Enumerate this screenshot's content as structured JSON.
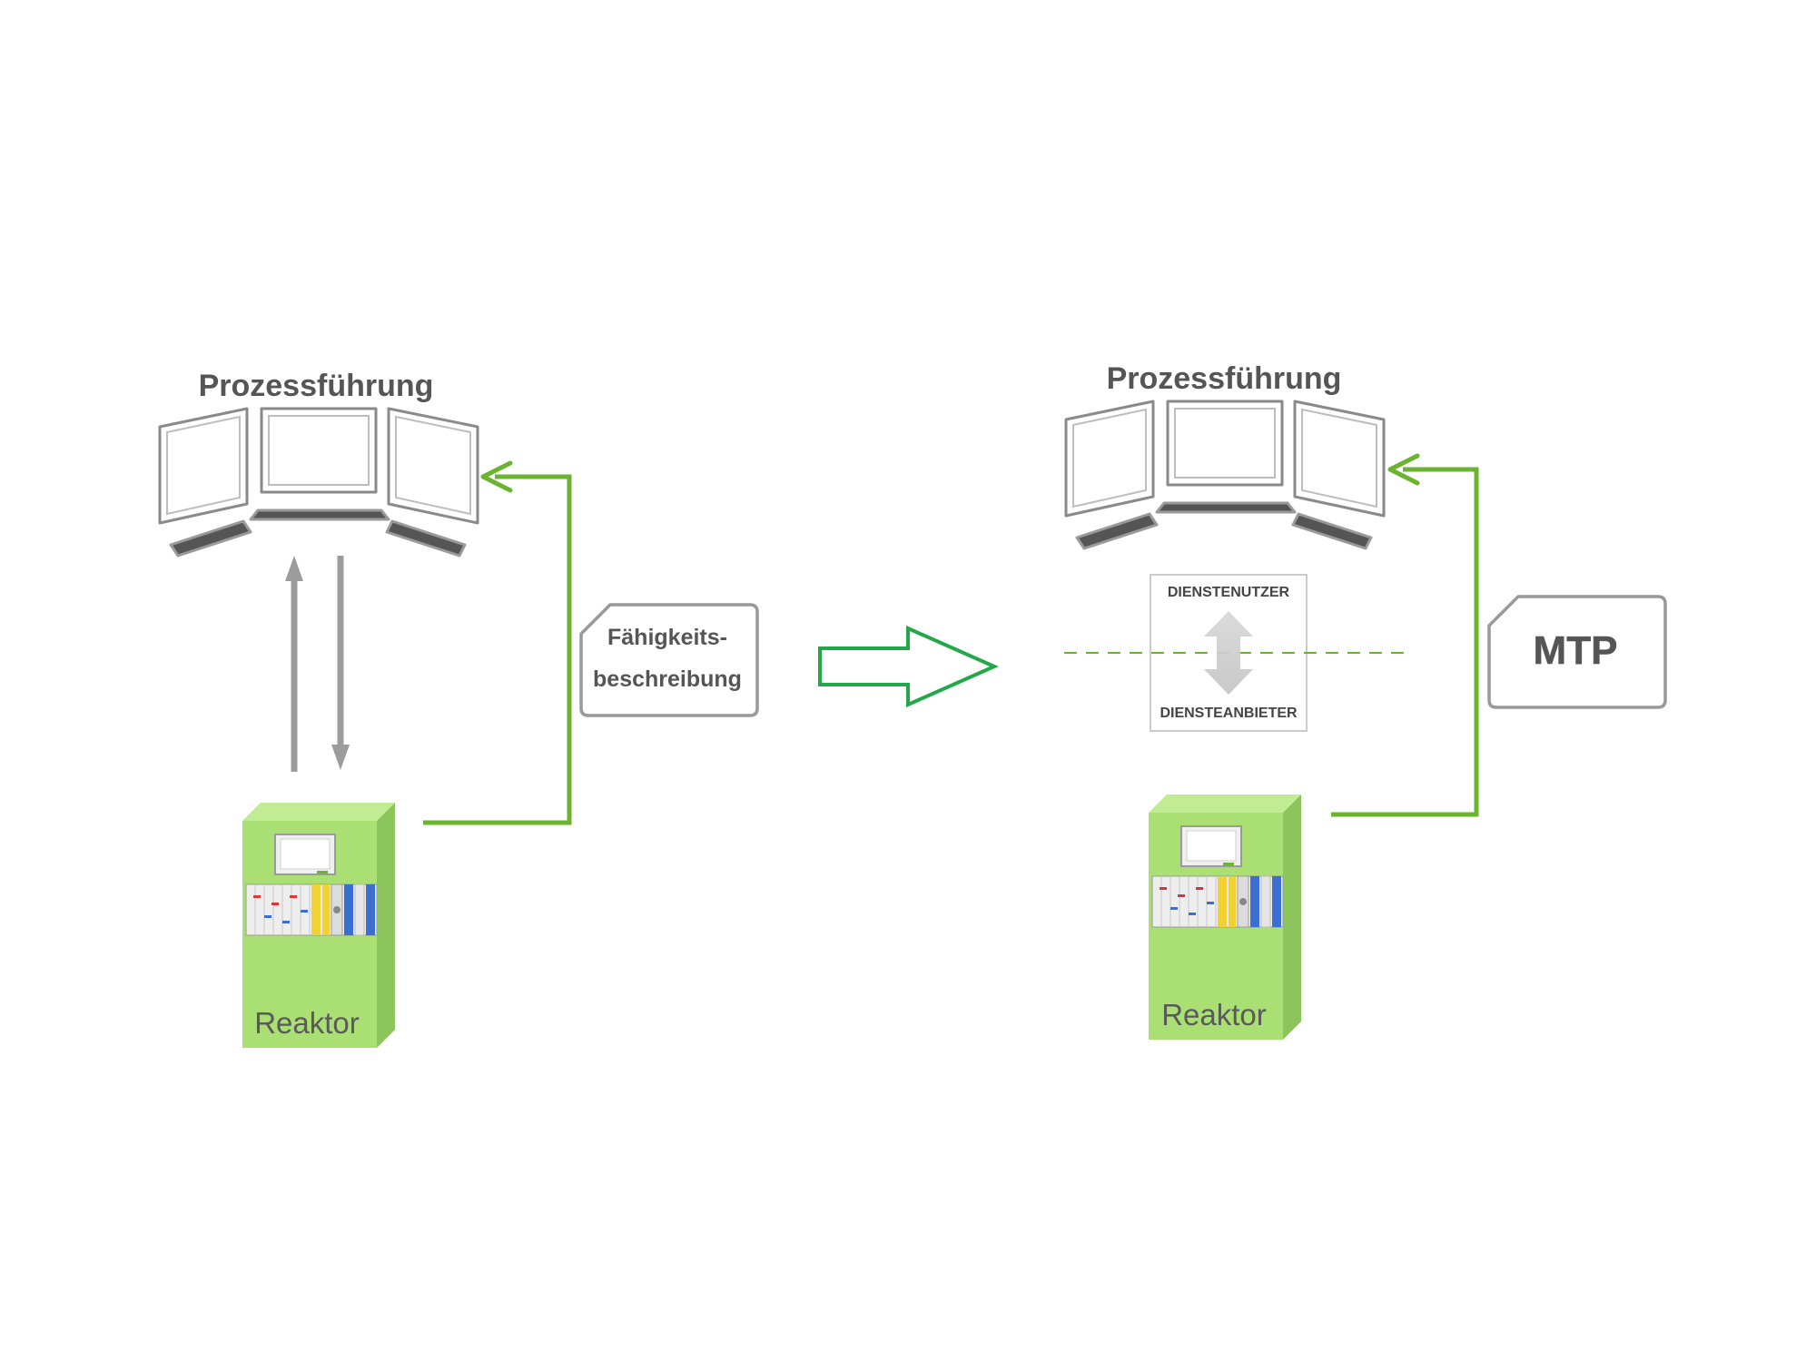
{
  "left": {
    "title": "Prozessführung",
    "doc_line1": "Fähigkeits-",
    "doc_line2": "beschreibung",
    "reactor_label": "Reaktor"
  },
  "right": {
    "title": "Prozessführung",
    "service_user": "DIENSTENUTZER",
    "service_provider": "DIENSTEANBIETER",
    "doc_label": "MTP",
    "reactor_label": "Reaktor"
  },
  "colors": {
    "green_line": "#6ab42f",
    "green_outline_arrow": "#22a84a",
    "reactor_front": "#a9df73",
    "reactor_side": "#8cc55c",
    "reactor_top": "#c2ec93",
    "gray_arrow": "#9c9c9c",
    "monitor_stroke": "#8a8a8a",
    "keyboard_fill": "#555555",
    "text_dark": "#555555"
  },
  "icons": {
    "workstation": "monitor-array-icon",
    "reactor": "reactor-cabinet-icon",
    "document": "document-card-icon",
    "transition": "outline-arrow-right-icon"
  }
}
